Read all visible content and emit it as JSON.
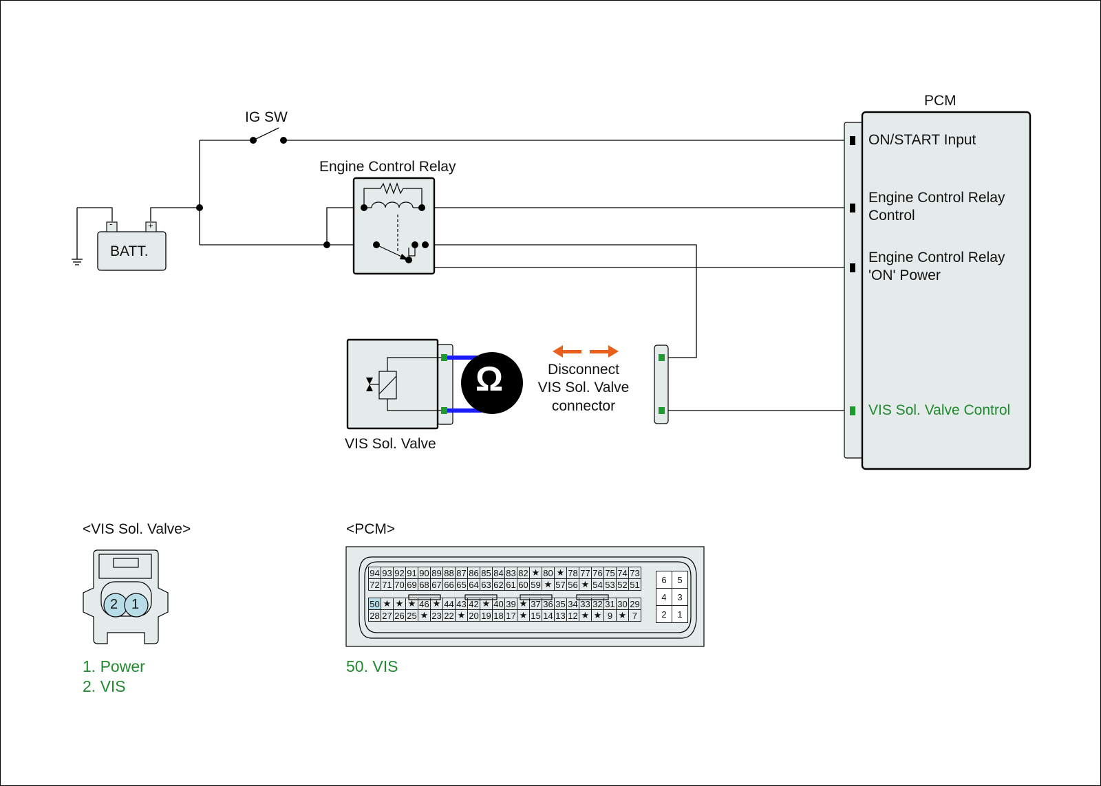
{
  "labels": {
    "ig_sw": "IG SW",
    "batt": "BATT.",
    "batt_minus": "-",
    "batt_plus": "+",
    "relay": "Engine Control Relay",
    "pcm": "PCM",
    "vis_valve": "VIS Sol. Valve",
    "ohm": "Ω",
    "disconnect": [
      "Disconnect",
      "VIS Sol. Valve",
      "connector"
    ]
  },
  "pcm_terminals": [
    {
      "lines": [
        "ON/START Input"
      ],
      "highlight": false
    },
    {
      "lines": [
        "Engine Control Relay",
        "Control"
      ],
      "highlight": false
    },
    {
      "lines": [
        "Engine Control Relay",
        "'ON' Power"
      ],
      "highlight": false
    },
    {
      "lines": [
        "VIS Sol. Valve Control"
      ],
      "highlight": true
    }
  ],
  "vis_connector": {
    "title": "<VIS Sol. Valve>",
    "pins": [
      "2",
      "1"
    ],
    "legend": [
      "1. Power",
      "2. VIS"
    ]
  },
  "pcm_connector": {
    "title": "<PCM>",
    "rows": [
      [
        "94",
        "93",
        "92",
        "91",
        "90",
        "89",
        "88",
        "87",
        "86",
        "85",
        "84",
        "83",
        "82",
        "★",
        "80",
        "★",
        "78",
        "77",
        "76",
        "75",
        "74",
        "73"
      ],
      [
        "72",
        "71",
        "70",
        "69",
        "68",
        "67",
        "66",
        "65",
        "64",
        "63",
        "62",
        "61",
        "60",
        "59",
        "★",
        "57",
        "56",
        "★",
        "54",
        "53",
        "52",
        "51"
      ],
      [
        "50",
        "★",
        "★",
        "★",
        "46",
        "★",
        "44",
        "43",
        "42",
        "★",
        "40",
        "39",
        "★",
        "37",
        "36",
        "35",
        "34",
        "33",
        "32",
        "31",
        "30",
        "29"
      ],
      [
        "28",
        "27",
        "26",
        "25",
        "★",
        "23",
        "22",
        "★",
        "20",
        "19",
        "18",
        "17",
        "★",
        "15",
        "14",
        "13",
        "12",
        "★",
        "★",
        "9",
        "★",
        "7"
      ]
    ],
    "highlight_pin": "50",
    "aux_pins": [
      [
        "6",
        "5"
      ],
      [
        "4",
        "3"
      ],
      [
        "2",
        "1"
      ]
    ],
    "legend": [
      "50. VIS"
    ]
  },
  "colors": {
    "highlight_text": "#1f8a2e",
    "arrow": "#e8601c",
    "probe_wire": "#1a1aff",
    "terminal_green": "#1f9a2e",
    "component_fill": "#e4ebea"
  }
}
